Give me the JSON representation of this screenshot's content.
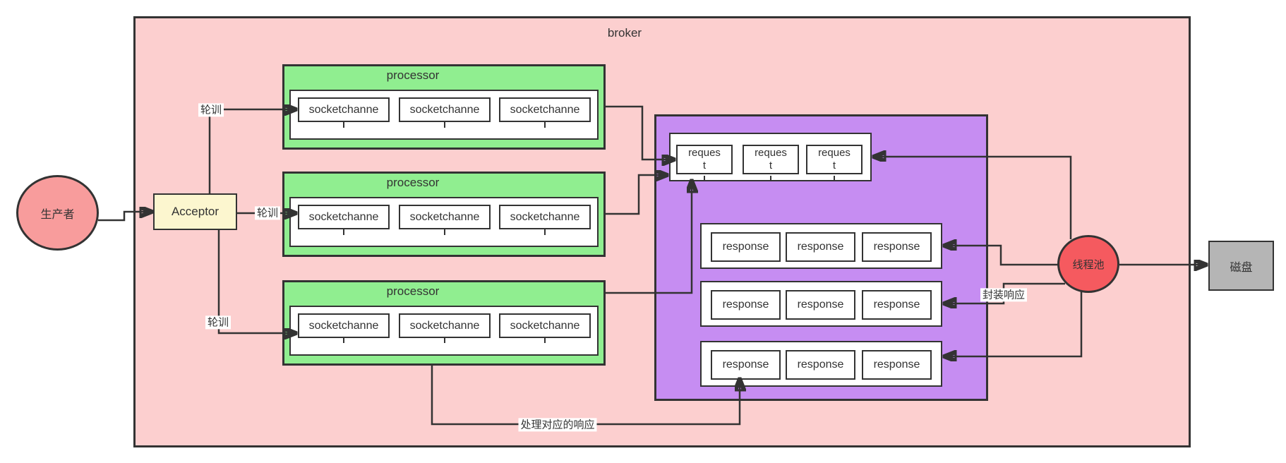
{
  "broker": {
    "label": "broker"
  },
  "producer": {
    "label": "生产者"
  },
  "acceptor": {
    "label": "Acceptor"
  },
  "processors": [
    {
      "title": "processor",
      "channels": [
        "socketchanne",
        "socketchanne",
        "socketchanne"
      ]
    },
    {
      "title": "processor",
      "channels": [
        "socketchanne",
        "socketchanne",
        "socketchanne"
      ]
    },
    {
      "title": "processor",
      "channels": [
        "socketchanne",
        "socketchanne",
        "socketchanne"
      ]
    }
  ],
  "request_queue": {
    "items": [
      "reques\nt",
      "reques\nt",
      "reques\nt"
    ]
  },
  "response_rows": [
    {
      "items": [
        "response",
        "response",
        "response"
      ]
    },
    {
      "items": [
        "response",
        "response",
        "response"
      ]
    },
    {
      "items": [
        "response",
        "response",
        "response"
      ]
    }
  ],
  "thread_pool": {
    "label": "线程池"
  },
  "disk": {
    "label": "磁盘"
  },
  "edge_labels": {
    "poll_top": "轮训",
    "poll_middle": "轮训",
    "poll_bottom": "轮训",
    "wrap_response": "封装响应",
    "handle_response": "处理对应的响应"
  },
  "colors": {
    "broker_fill": "#fccfcf",
    "processor_fill": "#90ee90",
    "queue_fill": "#c68df2",
    "producer_fill": "#f89c9c",
    "threadpool_fill": "#f55a5f",
    "acceptor_fill": "#fcf6cf",
    "disk_fill": "#b5b5b5",
    "stroke": "#333333"
  }
}
